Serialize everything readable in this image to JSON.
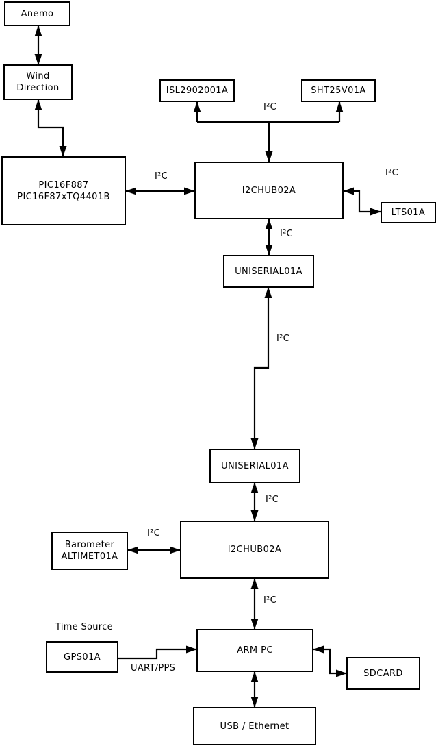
{
  "colors": {
    "line": "#000000",
    "background": "#ffffff",
    "node_fill": "#ffffff",
    "node_border": "#000000"
  },
  "nodes": {
    "anemo": {
      "label": "Anemo"
    },
    "wind_direction": {
      "line1": "Wind",
      "line2": "Direction"
    },
    "pic": {
      "line1": "PIC16F887",
      "line2": "PIC16F87xTQ4401B"
    },
    "isl": {
      "label": "ISL2902001A"
    },
    "sht": {
      "label": "SHT25V01A"
    },
    "i2c_hub_top": {
      "label": "I2CHUB02A"
    },
    "lts": {
      "label": "LTS01A"
    },
    "uniserial_top": {
      "label": "UNISERIAL01A"
    },
    "uniserial_bottom": {
      "label": "UNISERIAL01A"
    },
    "barometer": {
      "line1": "Barometer",
      "line2": "ALTIMET01A"
    },
    "i2c_hub_bottom": {
      "label": "I2CHUB02A"
    },
    "gps": {
      "label": "GPS01A"
    },
    "arm_pc": {
      "label": "ARM PC"
    },
    "sdcard": {
      "label": "SDCARD"
    },
    "usb_ethernet": {
      "label": "USB / Ethernet"
    }
  },
  "labels": {
    "i2c": "I²C",
    "uart_pps": "UART/PPS",
    "time_source": "Time Source"
  }
}
